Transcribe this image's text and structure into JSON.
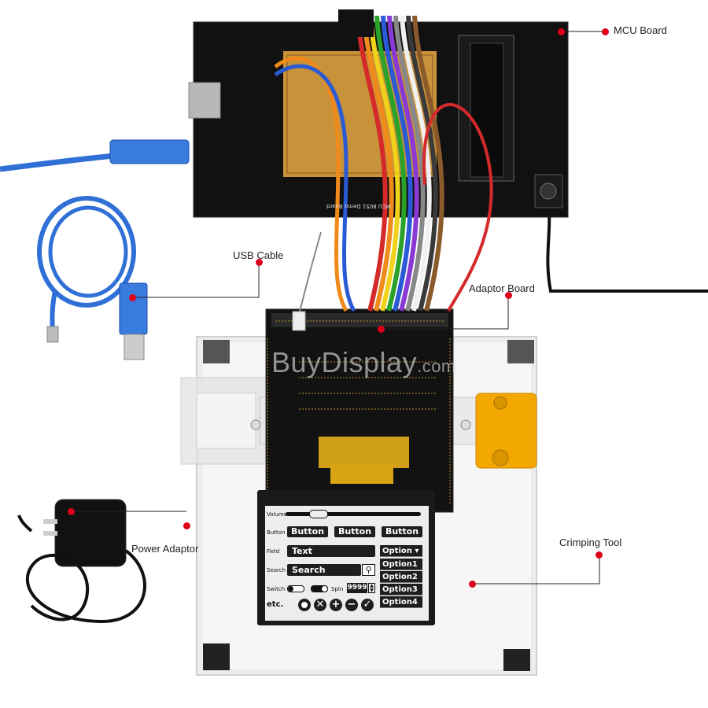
{
  "callouts": {
    "mcu_board": "MCU Board",
    "usb_cable": "USB Cable",
    "adaptor_board": "Adaptor Board",
    "power_adaptor": "Power Adaptor",
    "crimping_tool": "Crimping Tool"
  },
  "watermark": {
    "brand": "BuyDisplay",
    "suffix": ".com"
  },
  "mcu_board_print": "MCU 8051 Demo Board",
  "lcd_ui": {
    "volume_label": "Volume",
    "button_label": "Button",
    "buttons": [
      "Button",
      "Button",
      "Button"
    ],
    "field_label": "Field",
    "field_value": "Text",
    "search_label": "Search",
    "search_value": "Search",
    "switch_label": "Switch",
    "spin_label": "Spin",
    "spin_value": "9999",
    "etc_label": "etc.",
    "dropdown_selected": "Option",
    "options": [
      "Option1",
      "Option2",
      "Option3",
      "Option4"
    ]
  },
  "colors": {
    "callout_dot": "#e0001a",
    "pcb": "#111111",
    "usb_cable": "#2f6fd6",
    "crimp_tool_body": "#f2a800"
  }
}
